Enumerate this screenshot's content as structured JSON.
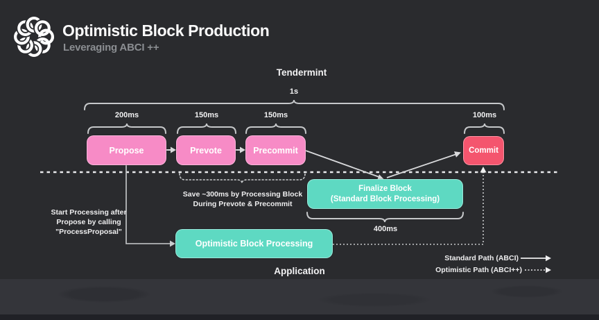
{
  "header": {
    "title": "Optimistic Block Production",
    "subtitle": "Leveraging ABCI ++"
  },
  "sections": {
    "tendermint": "Tendermint",
    "application": "Application"
  },
  "timeline": {
    "total_label": "1s",
    "durations": [
      "200ms",
      "150ms",
      "150ms",
      "100ms"
    ]
  },
  "blocks": {
    "propose": "Propose",
    "prevote": "Prevote",
    "precommit": "Precommit",
    "commit": "Commit",
    "finalize_line1": "Finalize Block",
    "finalize_line2": "(Standard Block Processing)",
    "optimistic": "Optimistic Block Processing"
  },
  "annotations": {
    "save_line1": "Save ~300ms by Processing Block",
    "save_line2": "During Prevote & Precommit",
    "start_line1": "Start Processing after",
    "start_line2": "Propose by calling",
    "start_line3": "\"ProcessProposal\"",
    "finalize_duration": "400ms"
  },
  "legend": {
    "standard": "Standard Path (ABCI)",
    "optimistic": "Optimistic Path (ABCI++)"
  },
  "colors": {
    "background": "#2a2b2e",
    "phase_pink": "#f78bc6",
    "commit_red": "#f4556e",
    "process_teal": "#5ed9c2",
    "line_gray": "#cdced0",
    "subtitle_gray": "#8b8e92"
  }
}
